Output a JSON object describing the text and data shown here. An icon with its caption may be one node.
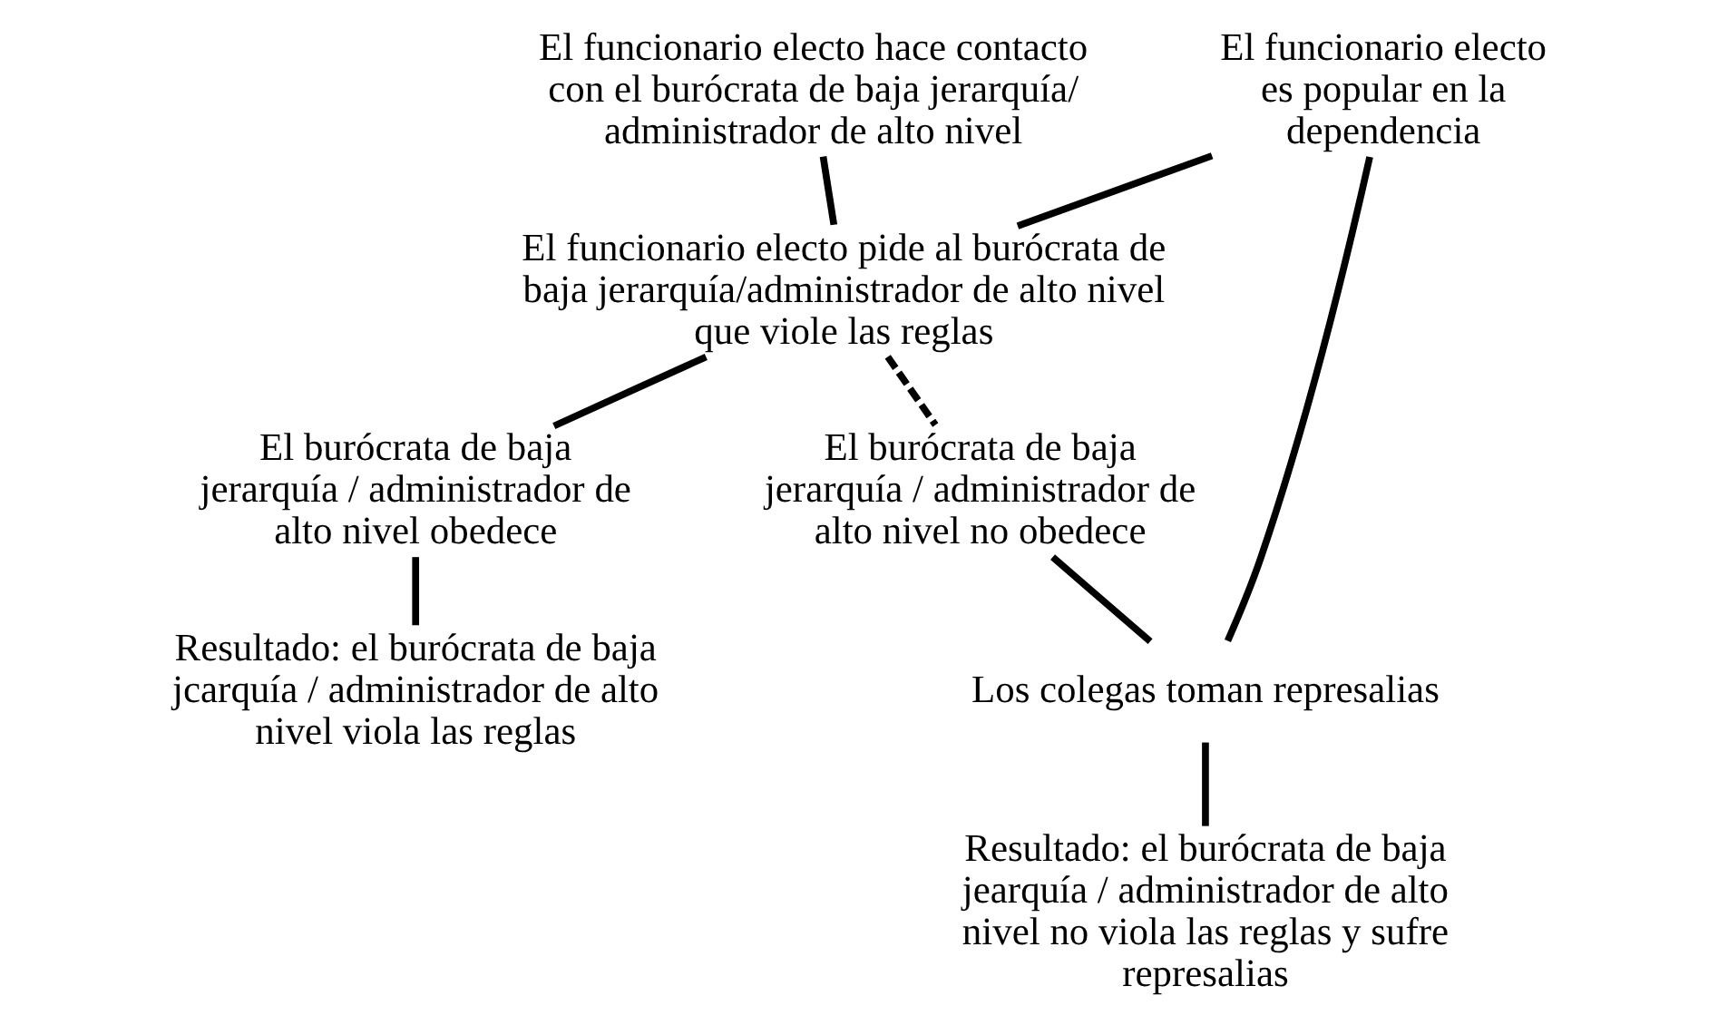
{
  "diagram": {
    "nodes": [
      {
        "text": [
          "El funcionario electo es popular en la dependencia"
        ]
      },
      {
        "text": [
          "El funcionario electo hace contacto con el burócrata de baja jerarquía/ administrador de alto nivel"
        ]
      },
      {
        "text": [
          "El funcionario electo pide al burócrata de baja jerarquía/administrador de alto nivel que viole las reglas"
        ]
      },
      {
        "text": [
          "El burócrata de baja jerarquía / administrador de alto nivel no obedece"
        ]
      },
      {
        "text": [
          "El burócrata de baja jerarquía / administrador de alto nivel obedece"
        ]
      },
      {
        "text": [
          "Resultado: el burócrata de baja jcarquía / administrador de alto nivel viola las reglas"
        ]
      },
      {
        "text": [
          "Los colegas toman represalias"
        ]
      },
      {
        "text": [
          "Resultado: el burócrata de baja jearquía / administrador de alto nivel no viola las reglas y sufre represalias"
        ]
      }
    ],
    "edges": [
      {
        "from": 1,
        "to": 2,
        "arrow": "none"
      },
      {
        "from": 0,
        "to": 2,
        "arrow": "none"
      },
      {
        "from": 2,
        "to": 3,
        "arrow": "none",
        "style": "dashed"
      },
      {
        "from": 2,
        "to": 4,
        "arrow": "none"
      },
      {
        "from": 4,
        "to": 5,
        "arrow": "none"
      },
      {
        "from": 0,
        "to": 6,
        "arrow": "none"
      },
      {
        "from": 3,
        "to": 6,
        "arrow": "none"
      },
      {
        "from": 6,
        "to": 7,
        "arrow": "none"
      }
    ]
  }
}
